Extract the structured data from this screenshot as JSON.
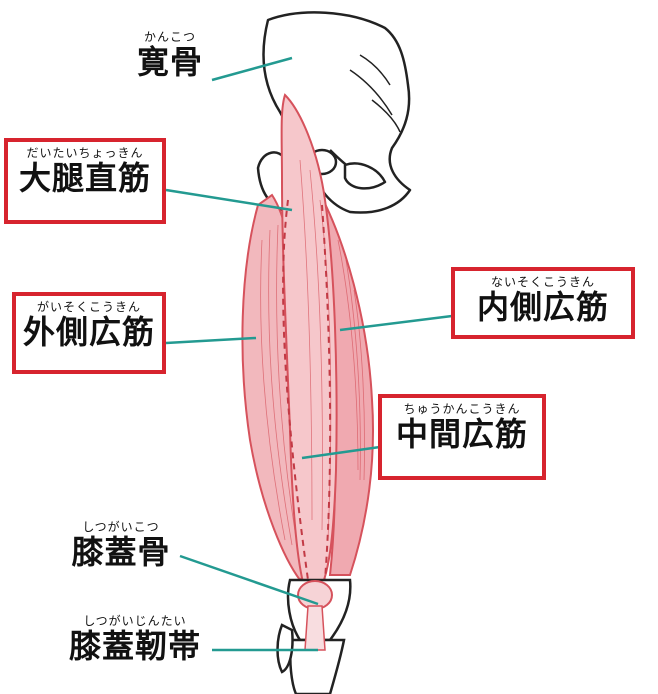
{
  "colors": {
    "box_border": "#d7242e",
    "leader_line": "#239a91",
    "muscle_fill": "#f2b8bd",
    "muscle_stroke": "#d6525c",
    "bone_stroke": "#222222"
  },
  "labels": {
    "kankotsu": {
      "ruby": "かんこつ",
      "main": "寛骨"
    },
    "daitaichokkin": {
      "ruby": "だいたいちょっきん",
      "main": "大腿直筋"
    },
    "gaisokukoukin": {
      "ruby": "がいそくこうきん",
      "main": "外側広筋"
    },
    "naisokukoukin": {
      "ruby": "ないそくこうきん",
      "main": "内側広筋"
    },
    "chuukankoukin": {
      "ruby": "ちゅうかんこうきん",
      "main": "中間広筋"
    },
    "shitsugaikotsu": {
      "ruby": "しつがいこつ",
      "main": "膝蓋骨"
    },
    "shitsugaijintai": {
      "ruby": "しつがいじんたい",
      "main": "膝蓋靭帯"
    }
  }
}
